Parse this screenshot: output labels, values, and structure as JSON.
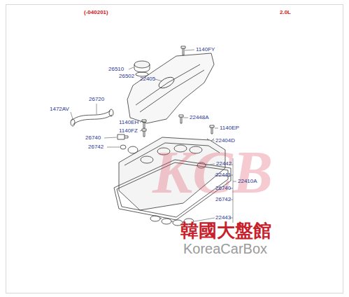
{
  "diagram": {
    "labels": [
      "(-040201)",
      "2.0L",
      "22405",
      "1140FY",
      "26510",
      "26502",
      "26720",
      "1472AV",
      "1140EH",
      "22448A",
      "1140EP",
      "1140FZ",
      "26740",
      "26742",
      "22404D",
      "22442",
      "22441",
      "22410A",
      "26740",
      "26742",
      "22443",
      "KCB",
      "韓國大盤館",
      "KoreaCarBox"
    ]
  }
}
